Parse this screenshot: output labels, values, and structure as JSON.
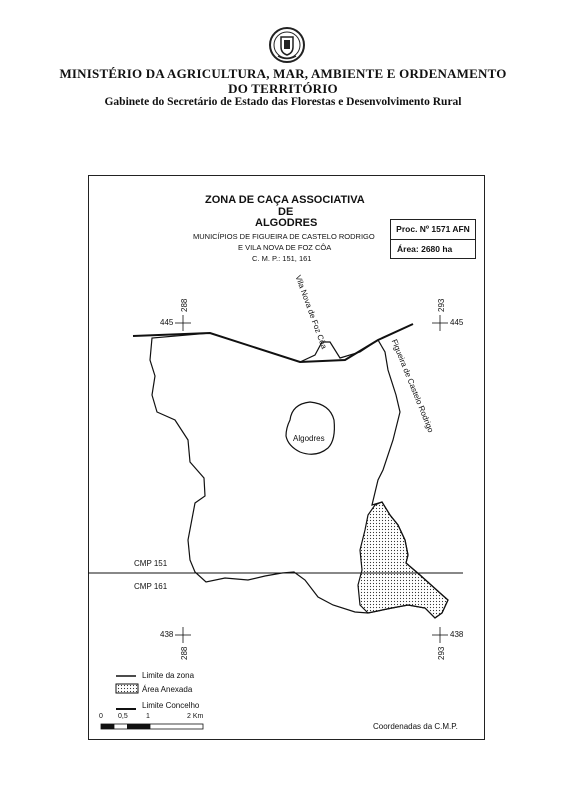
{
  "header": {
    "line1": "MINISTÉRIO DA AGRICULTURA, MAR, AMBIENTE E ORDENAMENTO",
    "line2": "DO TERRITÓRIO",
    "line3": "Gabinete do Secretário de Estado das Florestas e Desenvolvimento Rural"
  },
  "map": {
    "title1": "ZONA DE CAÇA  ASSOCIATIVA",
    "title2": "DE",
    "title3": "ALGODRES",
    "sub1": "MUNICÍPIOS DE FIGUEIRA DE CASTELO RODRIGO",
    "sub2": "E VILA NOVA DE FOZ CÔA",
    "sub3": "C. M. P.: 151, 161",
    "proc": "Proc. Nº 1571 AFN",
    "area": "Área: 2680 ha",
    "label_vila": "Vila Nova de Foz Côa",
    "label_figueira": "Figueira de Castelo Rodrigo",
    "label_algodres": "Algodres",
    "cmp151": "CMP 151",
    "cmp161": "CMP 161",
    "coords": {
      "tl_y": "445",
      "tl_x": "288",
      "tr_y": "445",
      "tr_x": "293",
      "bl_y": "438",
      "bl_x": "288",
      "br_y": "438",
      "br_x": "293"
    },
    "legend": {
      "limite_zona": "Limite da zona",
      "area_anexada": "Área Anexada",
      "limite_concelho": "Limite Concelho"
    },
    "scale": {
      "t0": "0",
      "t1": "0,5",
      "t2": "1",
      "t3": "2 Km"
    },
    "footer": "Coordenadas da C.M.P."
  }
}
